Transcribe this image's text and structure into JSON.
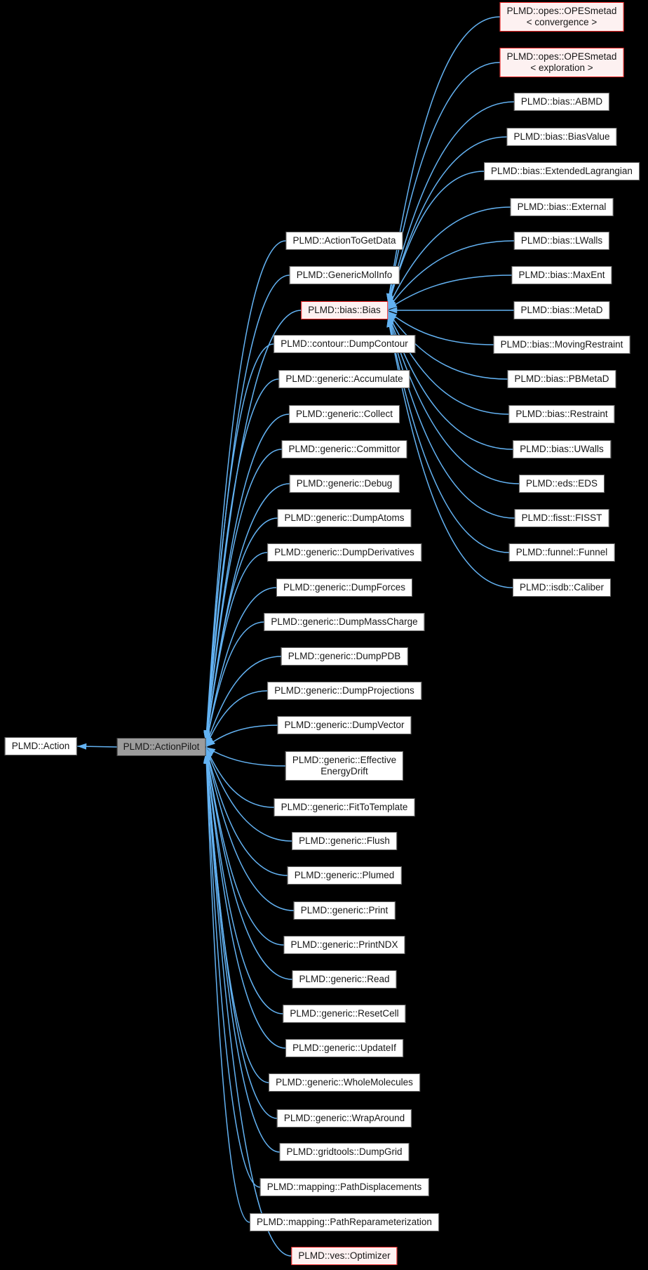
{
  "diagram": {
    "type": "doxygen-inheritance-graph",
    "colors": {
      "background": "#000000",
      "edge": "#63b2f2",
      "node_bg": "#ffffff",
      "node_border": "#666666",
      "node_text": "#171717",
      "highlight_bg": "#9c9c9c",
      "highlight_border": "#3d3d3d",
      "external_bg": "#fdf1f1",
      "external_border": "#ee2222"
    },
    "base": {
      "label": "PLMD::Action",
      "style": "normal"
    },
    "focus": {
      "label": "PLMD::ActionPilot",
      "style": "gray"
    },
    "column1": [
      {
        "label": "PLMD::ActionToGetData",
        "style": "normal"
      },
      {
        "label": "PLMD::GenericMolInfo",
        "style": "normal"
      },
      {
        "label": "PLMD::bias::Bias",
        "style": "red"
      },
      {
        "label": "PLMD::contour::DumpContour",
        "style": "normal"
      },
      {
        "label": "PLMD::generic::Accumulate",
        "style": "normal"
      },
      {
        "label": "PLMD::generic::Collect",
        "style": "normal"
      },
      {
        "label": "PLMD::generic::Committor",
        "style": "normal"
      },
      {
        "label": "PLMD::generic::Debug",
        "style": "normal"
      },
      {
        "label": "PLMD::generic::DumpAtoms",
        "style": "normal"
      },
      {
        "label": "PLMD::generic::DumpDerivatives",
        "style": "normal"
      },
      {
        "label": "PLMD::generic::DumpForces",
        "style": "normal"
      },
      {
        "label": "PLMD::generic::DumpMassCharge",
        "style": "normal"
      },
      {
        "label": "PLMD::generic::DumpPDB",
        "style": "normal"
      },
      {
        "label": "PLMD::generic::DumpProjections",
        "style": "normal"
      },
      {
        "label": "PLMD::generic::DumpVector",
        "style": "normal"
      },
      {
        "label": "PLMD::generic::Effective\nEnergyDrift",
        "style": "normal"
      },
      {
        "label": "PLMD::generic::FitToTemplate",
        "style": "normal"
      },
      {
        "label": "PLMD::generic::Flush",
        "style": "normal"
      },
      {
        "label": "PLMD::generic::Plumed",
        "style": "normal"
      },
      {
        "label": "PLMD::generic::Print",
        "style": "normal"
      },
      {
        "label": "PLMD::generic::PrintNDX",
        "style": "normal"
      },
      {
        "label": "PLMD::generic::Read",
        "style": "normal"
      },
      {
        "label": "PLMD::generic::ResetCell",
        "style": "normal"
      },
      {
        "label": "PLMD::generic::UpdateIf",
        "style": "normal"
      },
      {
        "label": "PLMD::generic::WholeMolecules",
        "style": "normal"
      },
      {
        "label": "PLMD::generic::WrapAround",
        "style": "normal"
      },
      {
        "label": "PLMD::gridtools::DumpGrid",
        "style": "normal"
      },
      {
        "label": "PLMD::mapping::PathDisplacements",
        "style": "normal"
      },
      {
        "label": "PLMD::mapping::PathReparameterization",
        "style": "normal"
      },
      {
        "label": "PLMD::ves::Optimizer",
        "style": "red"
      }
    ],
    "column2": [
      {
        "label": "PLMD::opes::OPESmetad\n< convergence >",
        "style": "red"
      },
      {
        "label": "PLMD::opes::OPESmetad\n< exploration >",
        "style": "red"
      },
      {
        "label": "PLMD::bias::ABMD",
        "style": "normal"
      },
      {
        "label": "PLMD::bias::BiasValue",
        "style": "normal"
      },
      {
        "label": "PLMD::bias::ExtendedLagrangian",
        "style": "normal"
      },
      {
        "label": "PLMD::bias::External",
        "style": "normal"
      },
      {
        "label": "PLMD::bias::LWalls",
        "style": "normal"
      },
      {
        "label": "PLMD::bias::MaxEnt",
        "style": "normal"
      },
      {
        "label": "PLMD::bias::MetaD",
        "style": "normal"
      },
      {
        "label": "PLMD::bias::MovingRestraint",
        "style": "normal"
      },
      {
        "label": "PLMD::bias::PBMetaD",
        "style": "normal"
      },
      {
        "label": "PLMD::bias::Restraint",
        "style": "normal"
      },
      {
        "label": "PLMD::bias::UWalls",
        "style": "normal"
      },
      {
        "label": "PLMD::eds::EDS",
        "style": "normal"
      },
      {
        "label": "PLMD::fisst::FISST",
        "style": "normal"
      },
      {
        "label": "PLMD::funnel::Funnel",
        "style": "normal"
      },
      {
        "label": "PLMD::isdb::Caliber",
        "style": "normal"
      }
    ]
  }
}
